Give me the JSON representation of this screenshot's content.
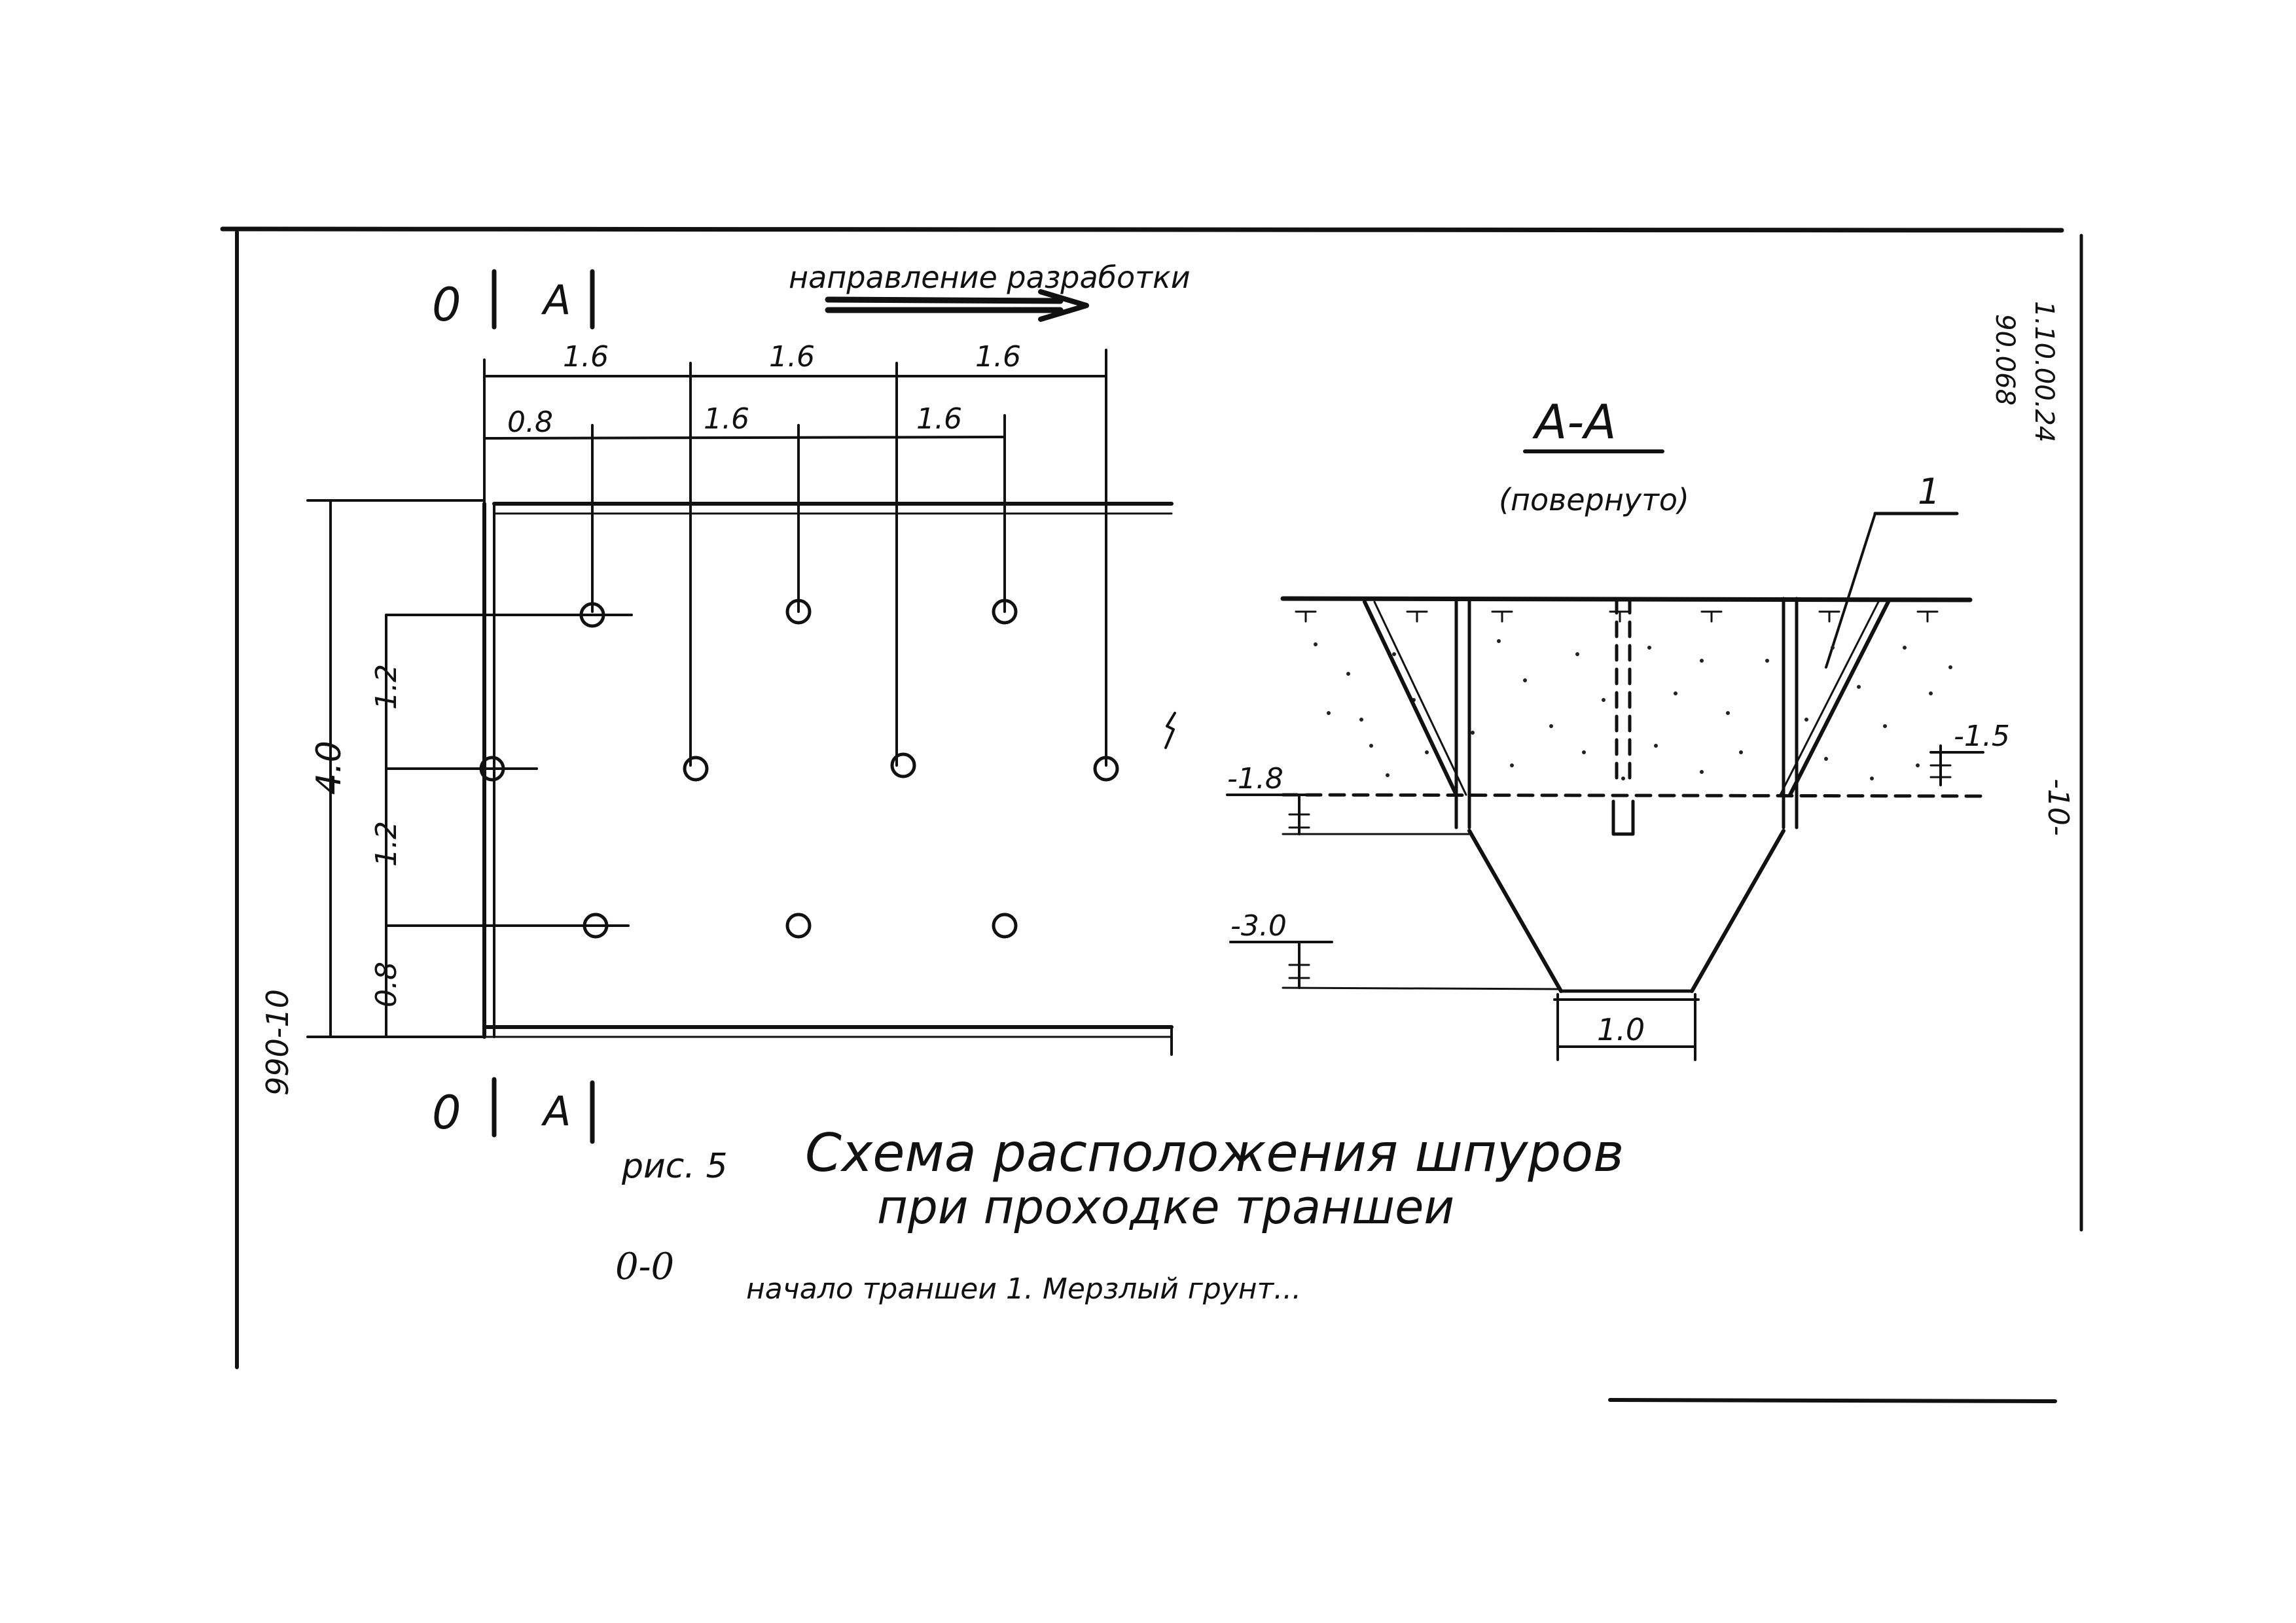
{
  "section_marks": {
    "zero": "0",
    "a": "A"
  },
  "direction_label": "направление разработки",
  "plan": {
    "dims_top_row1": [
      "1.6",
      "1.6",
      "1.6"
    ],
    "dims_top_row2": [
      "0.8",
      "1.6",
      "1.6"
    ],
    "dims_left": [
      "1.2",
      "1.2",
      "0.8"
    ],
    "dim_overall": "4.0"
  },
  "section": {
    "title": "А-А",
    "subtitle": "(повернуто)",
    "callout": "1",
    "level_left_upper": "-1.8",
    "level_right": "-1.5",
    "level_left_lower": "-3.0",
    "bottom_width": "1.0"
  },
  "side_codes": {
    "left": "990-10",
    "right_top": "1.10.00.24",
    "right_top2": "90.068",
    "page_number": "-10-"
  },
  "caption": {
    "fig": "рис. 5",
    "line1": "Схема расположения шпуров",
    "line2": "при проходке траншеи"
  },
  "legend": {
    "symbol": "0-0",
    "text": "начало траншеи 1. Мерзлый грунт..."
  }
}
